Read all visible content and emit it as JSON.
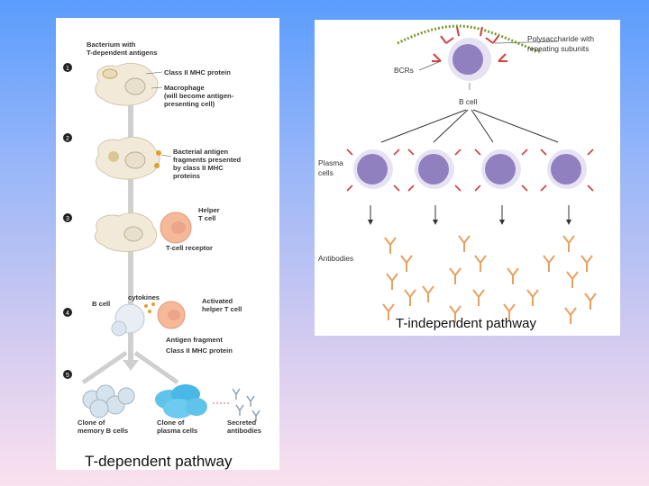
{
  "left": {
    "title": "T-dependent pathway",
    "steps": [
      "1",
      "2",
      "3",
      "4",
      "5"
    ],
    "labels": {
      "bacterium_1": "Bacterium with",
      "bacterium_2": "T-dependent antigens",
      "class2_mhc": "Class II MHC protein",
      "macrophage_1": "Macrophage",
      "macrophage_2": "(will become antigen-",
      "macrophage_3": "presenting cell)",
      "fragments_1": "Bacterial antigen",
      "fragments_2": "fragments presented",
      "fragments_3": "by class II MHC",
      "fragments_4": "proteins",
      "helper_1": "Helper",
      "helper_2": "T cell",
      "tcr": "T-cell receptor",
      "bcell": "B cell",
      "cytokines": "cytokines",
      "activated_1": "Activated",
      "activated_2": "helper T cell",
      "antigen_fragment": "Antigen fragment",
      "class2_mhc_2": "Class II MHC protein",
      "memory_1": "Clone of",
      "memory_2": "memory B cells",
      "plasma_1": "Clone of",
      "plasma_2": "plasma cells",
      "secreted_1": "Secreted",
      "secreted_2": "antibodies"
    }
  },
  "right": {
    "title": "T-independent pathway",
    "labels": {
      "poly_1": "Polysaccharide with",
      "poly_2": "repeating subunits",
      "bcrs": "BCRs",
      "bcell": "B cell",
      "plasma_1": "Plasma",
      "plasma_2": "cells",
      "antibodies": "Antibodies"
    }
  }
}
